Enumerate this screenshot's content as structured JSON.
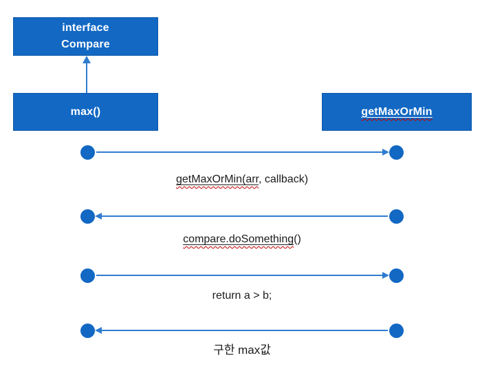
{
  "diagram": {
    "type": "sequence-diagram",
    "colors": {
      "shape_fill": "#1268c3",
      "shape_border": "#0f5aab",
      "connector": "#2f7cd0",
      "label_text": "#1b1b1b",
      "box_text": "#ffffff",
      "spellcheck_squiggle": "#c00000",
      "background": "#ffffff"
    },
    "boxes": {
      "interface": {
        "line1": "interface",
        "line2": "Compare"
      },
      "caller": {
        "label": "max()"
      },
      "callee": {
        "label": "getMaxOrMin"
      }
    },
    "relationships": {
      "generalization": {
        "from": "max()",
        "to": "interface Compare",
        "direction": "up"
      }
    },
    "messages": [
      {
        "u": "getMaxOrMin(arr",
        "rest": ", callback)",
        "direction": "right",
        "spellcheck": true
      },
      {
        "u": "compare.doSomething",
        "rest": "()",
        "direction": "left",
        "spellcheck": true
      },
      {
        "u": "",
        "rest": "return a > b;",
        "direction": "right",
        "spellcheck": false
      },
      {
        "u": "",
        "rest": "구한 max값",
        "direction": "left",
        "spellcheck": false
      }
    ]
  }
}
